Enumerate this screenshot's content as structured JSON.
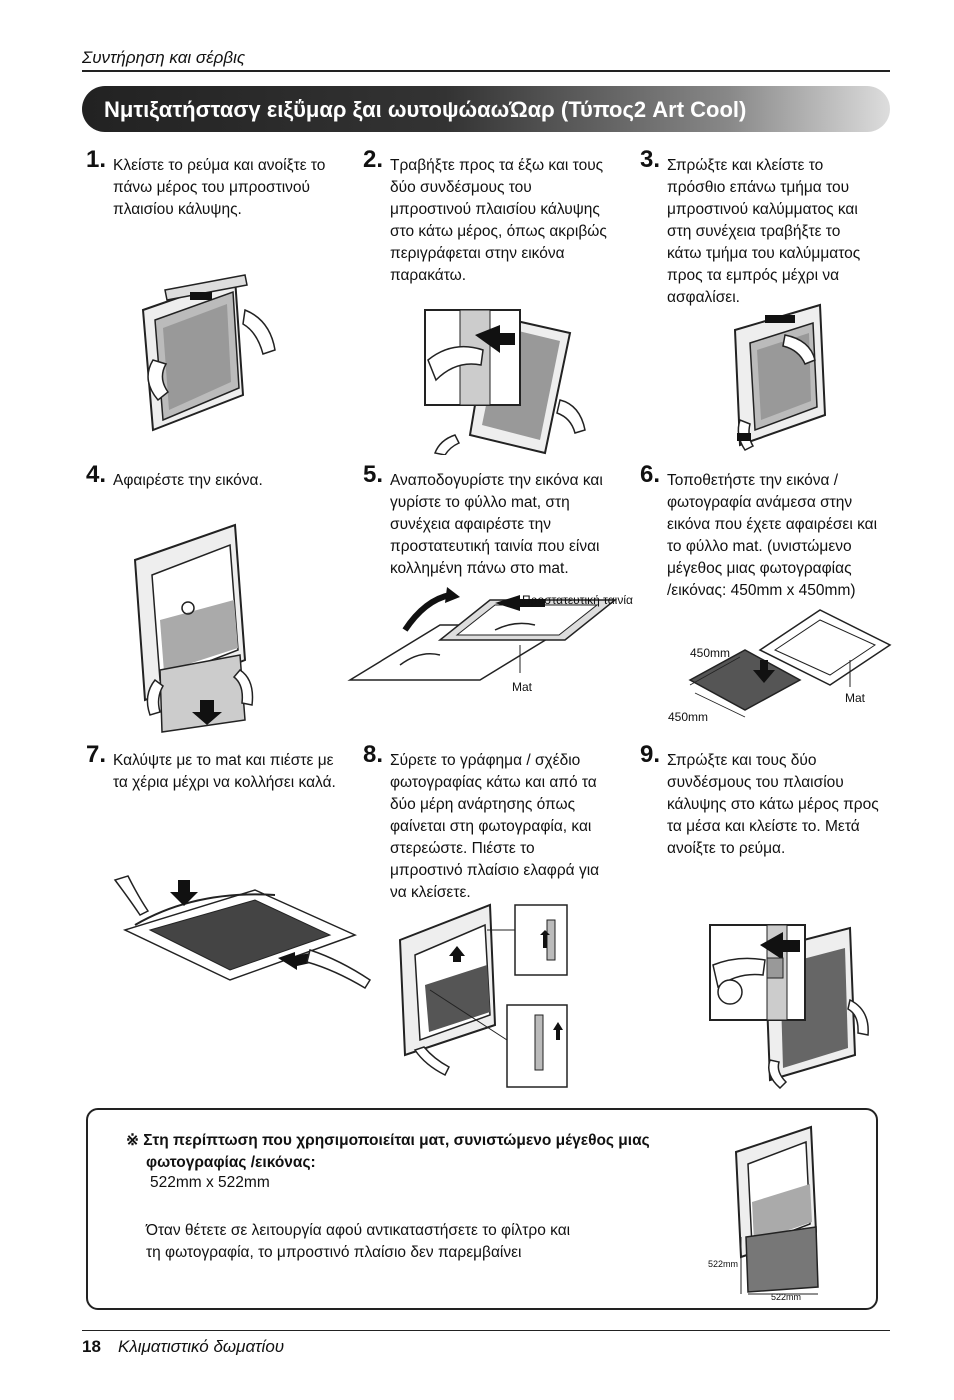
{
  "header": {
    "section": "Συντήρηση και σέρβις"
  },
  "banner": {
    "title": "Νμτιξατήστασγ ειξΰμαρ ξαι ωυτοψώαωΏαρ (Τύπος2 Art Cool)"
  },
  "steps": [
    {
      "num": "1.",
      "lines": [
        "Κλείστε το ρεύμα και ανοίξτε το",
        "πάνω μέρος του μπροστινού",
        "πλαισίου κάλυψης."
      ]
    },
    {
      "num": "2.",
      "lines": [
        "Τραβήξτε προς τα έξω και τους",
        "δύο συνδέσμους του",
        "μπροστινού πλαισίου κάλυψης",
        "στο κάτω μέρος, όπως ακριβώς",
        "περιγράφεται στην εικόνα",
        "παρακάτω."
      ]
    },
    {
      "num": "3.",
      "lines": [
        "Σπρώξτε και κλείστε το",
        "πρόσθιο επάνω τμήμα του",
        "μπροστινού καλύμματος και",
        "στη συνέχεια τραβήξτε το",
        "κάτω τμήμα του καλύμματος",
        "προς τα εμπρός μέχρι να",
        "ασφαλίσει."
      ]
    },
    {
      "num": "4.",
      "lines": [
        "Αφαιρέστε την εικόνα."
      ]
    },
    {
      "num": "5.",
      "lines": [
        "Αναποδογυρίστε την εικόνα και",
        "γυρίστε το φύλλο mat, στη",
        "συνέχεια αφαιρέστε την",
        "προστατευτική ταινία που είναι",
        "κολλημένη πάνω στο mat."
      ]
    },
    {
      "num": "6.",
      "lines": [
        "Τοποθετήστε την εικόνα /",
        "φωτογραφία ανάμεσα στην",
        "εικόνα που έχετε αφαιρέσει και",
        "το φύλλο mat. (υνιστώμενο",
        "μέγεθος μιας φωτογραφίας",
        "/εικόνας: 450mm x 450mm)"
      ]
    },
    {
      "num": "7.",
      "lines": [
        "Καλύψτε με το mat και πιέστε με",
        "τα χέρια μέχρι να κολλήσει καλά."
      ]
    },
    {
      "num": "8.",
      "lines": [
        "Σύρετε το γράφημα / σχέδιο",
        "φωτογραφίας κάτω και από τα",
        "δύο μέρη ανάρτησης όπως",
        "φαίνεται στη φωτογραφία, και",
        "στερεώστε. Πιέστε το",
        "μπροστινό πλαίσιο ελαφρά για",
        "να κλείσετε."
      ]
    },
    {
      "num": "9.",
      "lines": [
        "Σπρώξτε και τους δύο",
        "συνδέσμους του πλαισίου",
        "κάλυψης στο κάτω μέρος προς",
        "τα μέσα και κλείστε το. Μετά",
        "ανοίξτε το ρεύμα."
      ]
    }
  ],
  "labels": {
    "tape": "Προστατευτική ταινία",
    "mat5": "Mat",
    "dim_450_top": "450mm",
    "dim_450_bottom": "450mm",
    "mat6": "Mat",
    "dim_522_left": "522mm",
    "dim_522_bottom": "522mm"
  },
  "note": {
    "heading_lines": [
      "※ Στη περίπτωση που χρησιμοποιείται ματ, συνιστώμενο μέγεθος μιας",
      "   φωτογραφίας /εικόνας:"
    ],
    "size": "522mm x 522mm",
    "body_lines": [
      "Όταν θέτετε σε λειτουργία αφού αντικαταστήσετε το φίλτρο και",
      "τη φωτογραφία, το μπροστινό πλαίσιο δεν παρεμβαίνει"
    ]
  },
  "footer": {
    "page": "18",
    "title": "Κλιματιστικό δωματίου"
  }
}
